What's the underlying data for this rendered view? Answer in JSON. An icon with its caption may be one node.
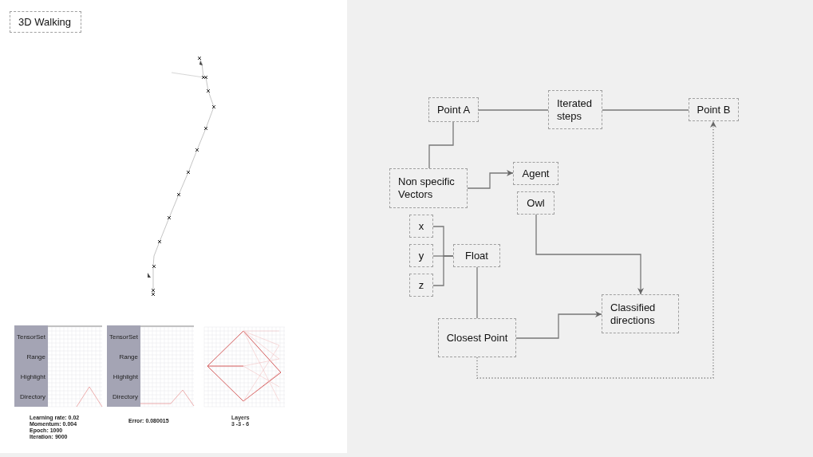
{
  "diagram": {
    "nodes": [
      {
        "text": [
          "3D Walking"
        ]
      },
      {
        "text": [
          "Point A"
        ]
      },
      {
        "text": [
          "Iterated steps"
        ]
      },
      {
        "text": [
          "Point B"
        ]
      },
      {
        "text": [
          "Non specific Vectors"
        ]
      },
      {
        "text": [
          "Agent"
        ]
      },
      {
        "text": [
          "Owl"
        ]
      },
      {
        "text": [
          "x"
        ]
      },
      {
        "text": [
          "y"
        ]
      },
      {
        "text": [
          "z"
        ]
      },
      {
        "text": [
          "Float"
        ]
      },
      {
        "text": [
          "Closest Point"
        ]
      },
      {
        "text": [
          "Classified directions"
        ]
      }
    ],
    "edges": [
      {
        "from": 1,
        "to": 2,
        "arrow": "none"
      },
      {
        "from": 2,
        "to": 3,
        "arrow": "none"
      },
      {
        "from": 1,
        "to": 4,
        "arrow": "none"
      },
      {
        "from": 4,
        "to": 5,
        "arrow": "to"
      },
      {
        "from": 7,
        "to": 10,
        "arrow": "none"
      },
      {
        "from": 8,
        "to": 10,
        "arrow": "none"
      },
      {
        "from": 9,
        "to": 10,
        "arrow": "none"
      },
      {
        "from": 10,
        "to": 11,
        "arrow": "none"
      },
      {
        "from": 6,
        "to": 12,
        "arrow": "to"
      },
      {
        "from": 11,
        "to": 12,
        "arrow": "to"
      },
      {
        "from": 11,
        "to": 3,
        "arrow": "to",
        "style": "dashed"
      }
    ],
    "labels": [
      "TensorSet",
      "Range",
      "Highlight",
      "Directory",
      "TensorSet",
      "Range",
      "Highlight",
      "Directory",
      "Learning rate: 0.02",
      "Momentum: 0.004",
      "Epoch: 1000",
      "Iteration: 9000",
      "Error: 0.080015",
      "Layers",
      "3 -3 - 6"
    ]
  }
}
